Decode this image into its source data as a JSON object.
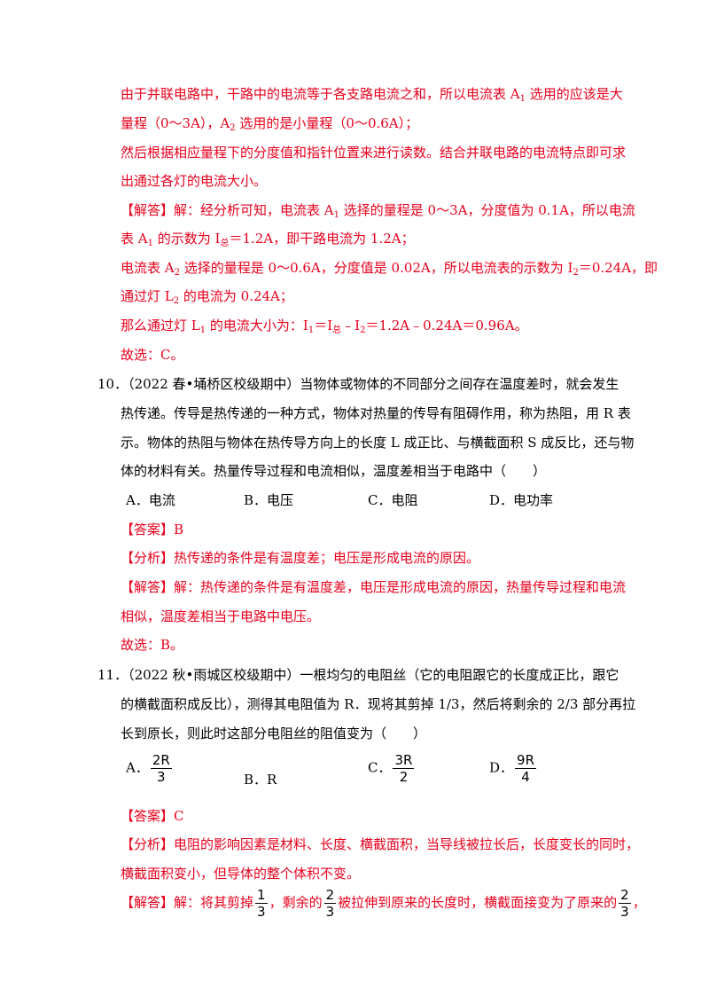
{
  "prev_solution": {
    "l1": "由于并联电路中，干路中的电流等于各支路电流之和，所以电流表 A",
    "l1_sub": "1",
    "l1_tail": " 选用的应该是大",
    "l2_a": "量程（0～3A），A",
    "l2_sub": "2",
    "l2_b": " 选用的是小量程（0～0.6A）；",
    "l3": "然后根据相应量程下的分度值和指针位置来进行读数。结合并联电路的电流特点即可求",
    "l4": "出通过各灯的电流大小。",
    "jieda_tag": "【解答】",
    "l5_a": "解：经分析可知，电流表 A",
    "l5_sub": "1",
    "l5_b": " 选择的量程是 0～3A，分度值为 0.1A，所以电流",
    "l6_a": "表 A",
    "l6_sub": "1",
    "l6_b": " 的示数为 I",
    "l6_sub2": "总",
    "l6_c": "＝1.2A，即干路电流为 1.2A；",
    "l7_a": "电流表 A",
    "l7_sub": "2",
    "l7_b": " 选择的量程是 0～0.6A，分度值是 0.02A，所以电流表的示数为 I",
    "l7_sub2": "2",
    "l7_c": "＝0.24A，即",
    "l8_a": "通过灯 L",
    "l8_sub": "2",
    "l8_b": " 的电流为 0.24A；",
    "l9_a": "那么通过灯 L",
    "l9_sub": "1",
    "l9_b": " 的电流大小为：I",
    "l9_sub2": "1",
    "l9_c": "＝I",
    "l9_sub3": "总",
    "l9_d": "﹣I",
    "l9_sub4": "2",
    "l9_e": "＝1.2A﹣0.24A＝0.96A。",
    "l10": "故选：C。"
  },
  "q10": {
    "l1": "10．（2022 春•埇桥区校级期中）当物体或物体的不同部分之间存在温度差时，就会发生",
    "l2": "热传递。传导是热传递的一种方式，物体对热量的传导有阻碍作用，称为热阻，用 R 表",
    "l3": "示。物体的热阻与物体在热传导方向上的长度 L 成正比、与横截面积 S 成反比，还与物",
    "l4": "体的材料有关。热量传导过程和电流相似，温度差相当于电路中（　　）",
    "opt_a": "A．电流",
    "opt_b": "B．电压",
    "opt_c": "C．电阻",
    "opt_d": "D．电功率",
    "answer": "【答案】B",
    "analysis_tag": "【分析】",
    "analysis": "热传递的条件是有温度差；电压是形成电流的原因。",
    "solution_tag": "【解答】",
    "solution_l1": "解：热传递的条件是有温度差，电压是形成电流的原因，热量传导过程和电流",
    "solution_l2": "相似，温度差相当于电路中电压。",
    "choice": "故选：B。"
  },
  "q11": {
    "l1": "11．（2022 秋•雨城区校级期中）一根均匀的电阻丝（它的电阻跟它的长度成正比，跟它",
    "l2": "的横截面积成反比），测得其电阻值为 R．现将其剪掉 1/3，然后将剩余的 2/3 部分再拉",
    "l3": "长到原长，则此时这部分电阻丝的阻值变为（　　）",
    "opt_a_label": "A．",
    "opt_a_num": "2R",
    "opt_a_den": "3",
    "opt_b": "B．R",
    "opt_c_label": "C．",
    "opt_c_num": "3R",
    "opt_c_den": "2",
    "opt_d_label": "D．",
    "opt_d_num": "9R",
    "opt_d_den": "4",
    "answer": "【答案】C",
    "analysis_tag": "【分析】",
    "analysis_l1": "电阻的影响因素是材料、长度、横截面积，当导线被拉长后，长度变长的同时，",
    "analysis_l2": "横截面积变小，但导体的整个体积不变。",
    "solution_tag": "【解答】",
    "solution_a": "解：将其剪掉",
    "f1_num": "1",
    "f1_den": "3",
    "solution_b": "，剩余的",
    "f2_num": "2",
    "f2_den": "3",
    "solution_c": "被拉伸到原来的长度时，横截面接变为了原来的",
    "f3_num": "2",
    "f3_den": "3",
    "solution_d": "，"
  }
}
